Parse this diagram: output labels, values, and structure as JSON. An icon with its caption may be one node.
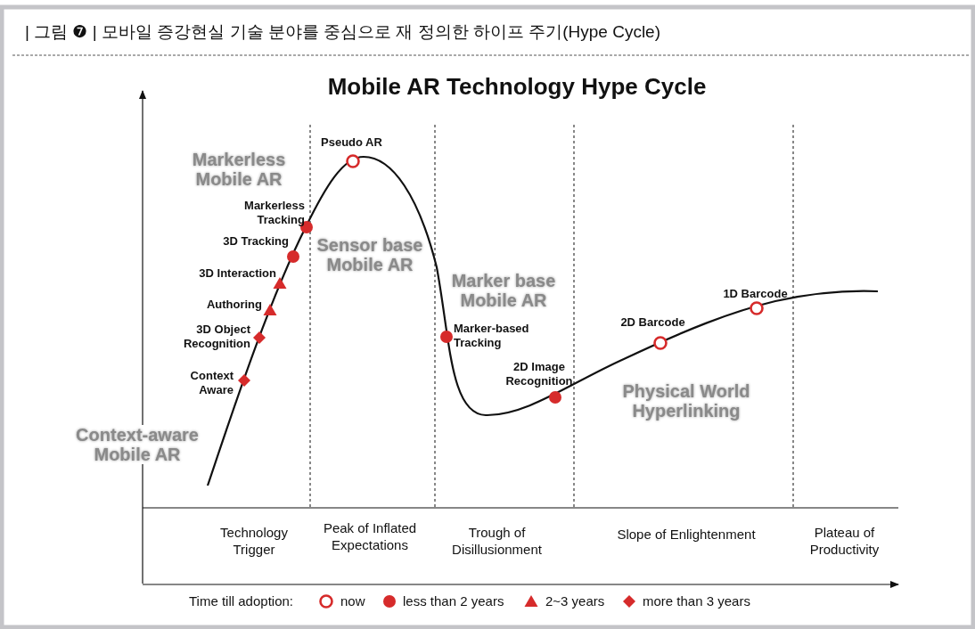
{
  "diagram": {
    "caption": "| 그림 ❼ | 모바일 증강현실 기술 분야를 중심으로 재 정의한 하이프 주기(Hype Cycle)",
    "title": "Mobile AR Technology Hype Cycle",
    "labels": [
      "Markerless Mobile AR",
      "Pseudo AR",
      "Markerless Tracking",
      "3D Tracking",
      "Sensor base Mobile AR",
      "3D Interaction",
      "Marker base Mobile AR",
      "1D Barcode",
      "Authoring",
      "2D Barcode",
      "3D Object Recognition",
      "Marker-based Tracking",
      "Context Aware",
      "2D Image Recognition",
      "Physical World Hyperlinking",
      "Context-aware Mobile AR",
      "Technology Trigger",
      "Peak of Inflated Expectations",
      "Trough of Disillusionment",
      "Slope of Enlightenment",
      "Plateau of Productivity",
      "Time till adoption:"
    ],
    "legend": [
      {
        "text": "now"
      },
      {
        "text": "less than 2 years"
      },
      {
        "text": "2~3 years"
      },
      {
        "text": "more than 3 years"
      }
    ]
  }
}
